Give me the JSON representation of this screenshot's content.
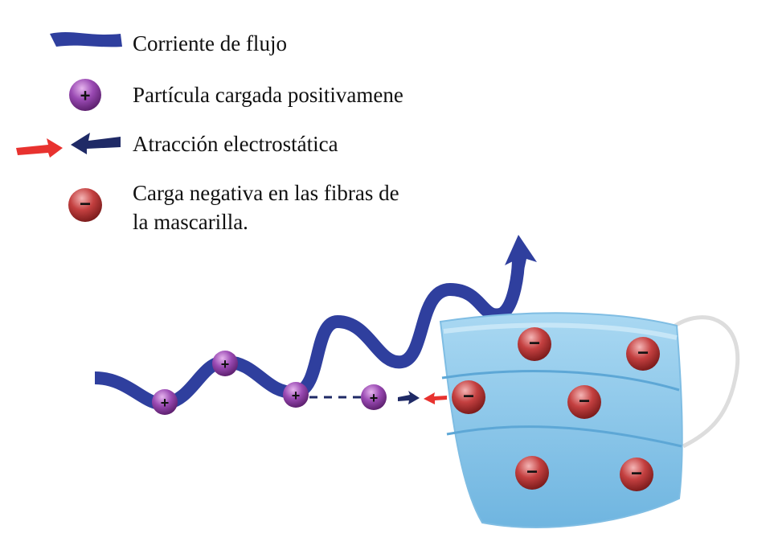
{
  "legend": {
    "flow": "Corriente de flujo",
    "particle": "Partícula cargada positivamene",
    "attraction": "Atracción electrostática",
    "negative_line1": "Carga negativa en las fibras de",
    "negative_line2": "la mascarilla."
  },
  "signs": {
    "plus": "+",
    "minus": "−"
  },
  "colors": {
    "flow": "#2f3f9e",
    "particle": "#8e3fa6",
    "negative": "#c0393b",
    "mask": "#8fcbea",
    "red_arrow": "#e8322f",
    "navy_arrow": "#1f2a66"
  }
}
